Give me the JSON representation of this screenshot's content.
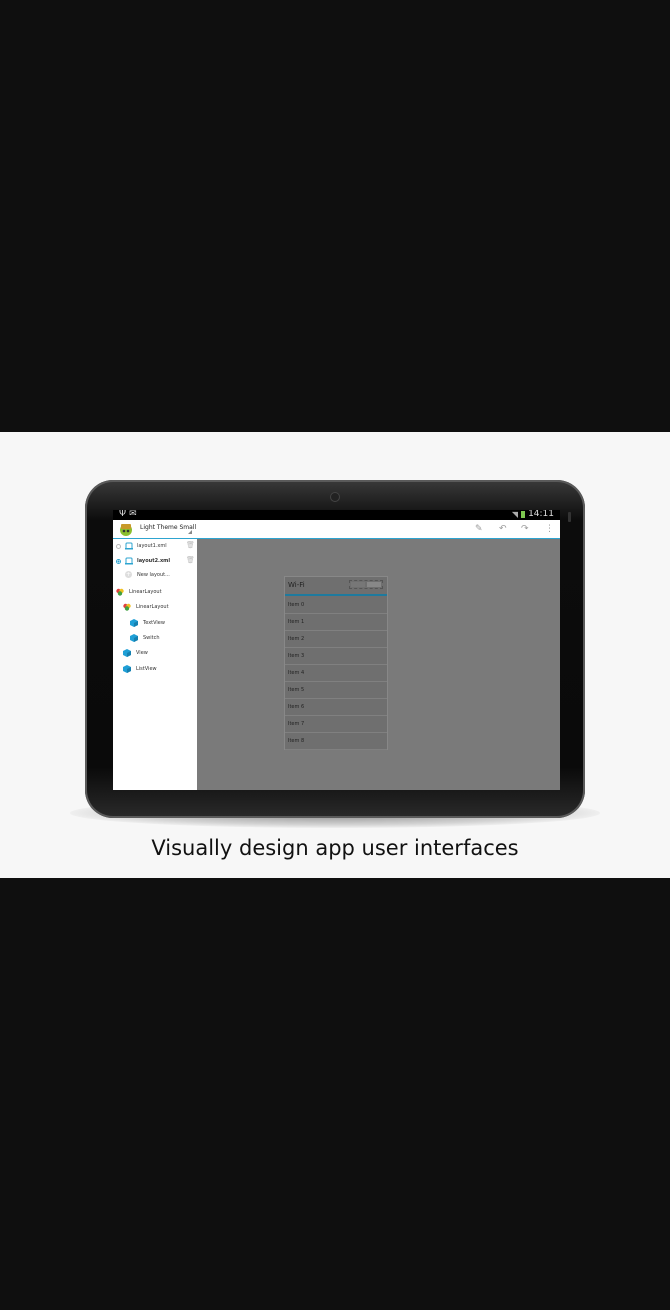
{
  "status_bar": {
    "left_icons": [
      "usb-icon",
      "mail-icon"
    ],
    "time": "14:11"
  },
  "action_bar": {
    "title": "Light Theme Small",
    "icons": [
      "pencil-icon",
      "undo-icon",
      "redo-icon",
      "overflow-menu-icon"
    ]
  },
  "layouts": [
    {
      "label": "layout1.xml",
      "selected": false
    },
    {
      "label": "layout2.xml",
      "selected": true
    },
    {
      "label": "New layout..."
    }
  ],
  "tree": [
    {
      "label": "LinearLayout",
      "level": 0,
      "icon": "layout-icon"
    },
    {
      "label": "LinearLayout",
      "level": 1,
      "icon": "layout-icon"
    },
    {
      "label": "TextView",
      "level": 2,
      "icon": "view-icon"
    },
    {
      "label": "Switch",
      "level": 2,
      "icon": "view-icon"
    },
    {
      "label": "View",
      "level": 1,
      "icon": "view-icon"
    },
    {
      "label": "ListView",
      "level": 1,
      "icon": "view-icon"
    }
  ],
  "preview": {
    "header_title": "Wi-Fi",
    "items": [
      "Item 0",
      "Item 1",
      "Item 2",
      "Item 3",
      "Item 4",
      "Item 5",
      "Item 6",
      "Item 7",
      "Item 8"
    ]
  },
  "caption": "Visually design app user interfaces",
  "colors": {
    "accent": "#2ea4d0",
    "canvas": "#7a7a7a",
    "page_bg": "#0f0f0f",
    "banner_bg": "#f7f7f7"
  }
}
